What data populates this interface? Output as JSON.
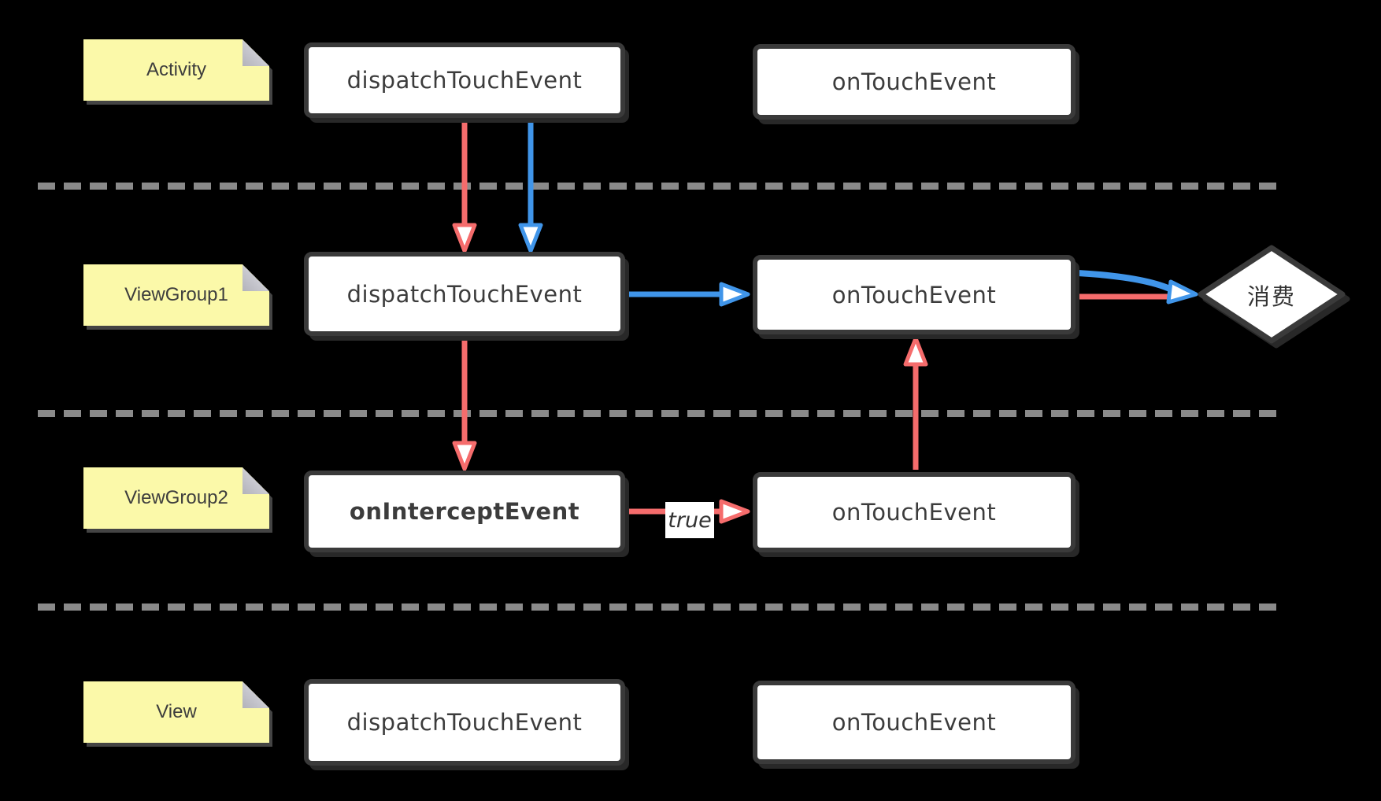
{
  "diagram": {
    "notes": [
      "Activity",
      "ViewGroup1",
      "ViewGroup2",
      "View"
    ],
    "boxes": [
      {
        "row": "activity",
        "label": "dispatchTouchEvent"
      },
      {
        "row": "activity",
        "label": "onTouchEvent"
      },
      {
        "row": "viewgroup1",
        "label": "dispatchTouchEvent"
      },
      {
        "row": "viewgroup1",
        "label": "onTouchEvent"
      },
      {
        "row": "viewgroup2",
        "label": "onInterceptEvent"
      },
      {
        "row": "viewgroup2",
        "label": "onTouchEvent"
      },
      {
        "row": "view",
        "label": "dispatchTouchEvent"
      },
      {
        "row": "view",
        "label": "onTouchEvent"
      }
    ],
    "consume_label": "消费",
    "intercept_result_label": "true"
  },
  "colors": {
    "background": "#000000",
    "arrow_red": "#F56C6C",
    "arrow_blue": "#4095E9",
    "box_border": "#3a3a3a",
    "box_fill": "#ffffff",
    "note_fill": "#FBF9A9",
    "note_fold": "#c1c1c8",
    "lane_divider": "#8a8a8a"
  }
}
